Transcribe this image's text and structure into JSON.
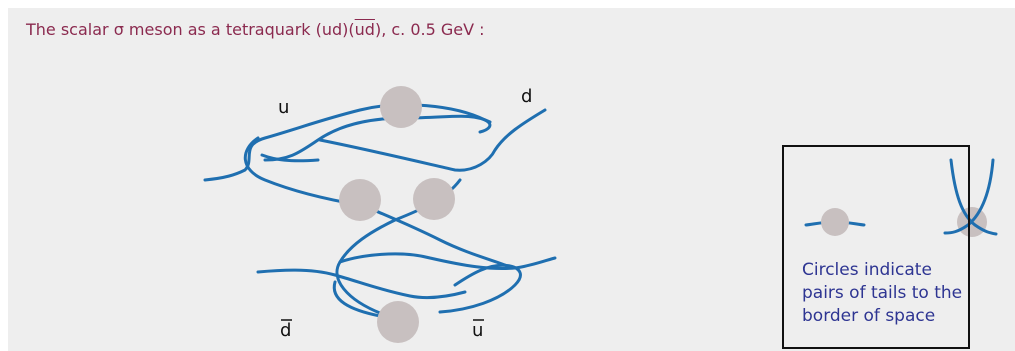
{
  "title": {
    "prefix": "The scalar σ meson as a tetraquark (ud)(",
    "anti": "ud",
    "suffix": "),  c. 0.5 GeV :"
  },
  "labels": {
    "u": "u",
    "d": "d",
    "anti_d": "d",
    "anti_u": "u"
  },
  "legend": {
    "text": "Circles indicate pairs of tails to the border of space"
  },
  "colors": {
    "strand": "#1f6fb0",
    "circle": "#c8c0c0",
    "title": "#8b2a4f",
    "legend_text": "#2e3592"
  }
}
